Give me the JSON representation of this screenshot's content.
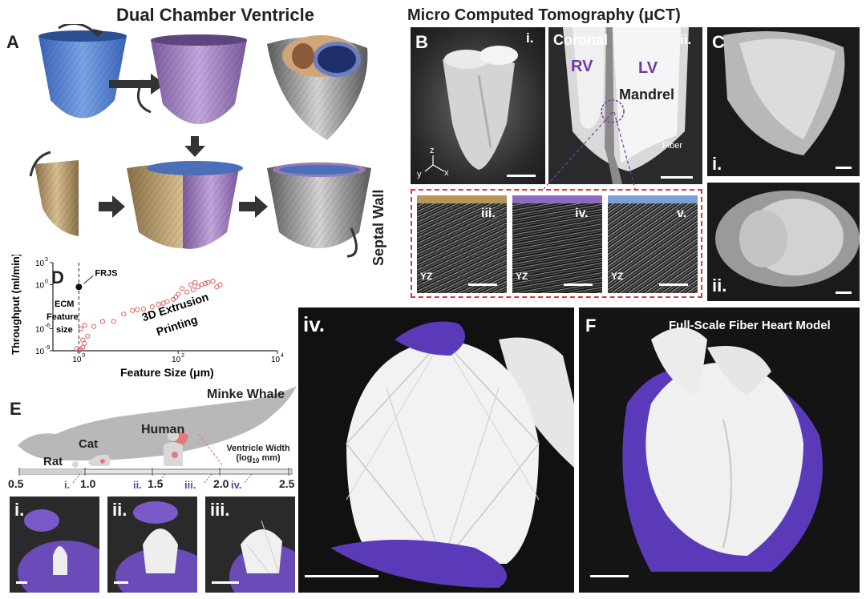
{
  "panelA": {
    "letter": "A",
    "title": "Dual Chamber Ventricle",
    "colors": {
      "blue": "#4f7fd0",
      "purple": "#9a7ab8",
      "tan": "#b89a6a",
      "gray": "#8a8a8a"
    }
  },
  "panelB": {
    "letter": "B",
    "title": "Micro Computed Tomography (μCT)",
    "roman_i": "i.",
    "roman_ii": "ii.",
    "coronal": "Coronal",
    "rv": "RV",
    "lv": "LV",
    "mandrel": "Mandrel",
    "fiber": "Fiber",
    "axis_z": "z",
    "axis_y": "y",
    "axis_x": "x",
    "septal_wall": "Septal Wall",
    "roman_iii": "iii.",
    "roman_iv": "iv.",
    "roman_v": "v.",
    "yz": "YZ"
  },
  "panelC": {
    "letter": "C",
    "roman_i": "i.",
    "roman_ii": "ii."
  },
  "panelD": {
    "letter": "D",
    "ylabel": "Throughput (ml/min)",
    "xlabel": "Feature Size (μm)",
    "y_ticks": [
      "10",
      "10",
      "10",
      "10"
    ],
    "y_exps": [
      "3",
      "0",
      "-6",
      "-9"
    ],
    "x_ticks": [
      "10",
      "10",
      "10"
    ],
    "x_exps": [
      "0",
      "2",
      "4"
    ],
    "frjs": "FRJS",
    "ecm_line1": "ECM",
    "ecm_line2": "Feature",
    "ecm_line3": "size",
    "extrusion_line1": "3D Extrusion",
    "extrusion_line2": "Printing"
  },
  "panelE": {
    "letter": "E",
    "minke": "Minke Whale",
    "human": "Human",
    "cat": "Cat",
    "rat": "Rat",
    "width_line1": "Ventricle Width",
    "width_line2": "(log",
    "width_sub": "10",
    "width_line3": " mm)",
    "scale_ticks": [
      "0.5",
      "1.0",
      "1.5",
      "2.0",
      "2.5"
    ],
    "markers": [
      "i.",
      "ii.",
      "iii.",
      "iv."
    ],
    "photo_labels": [
      "i.",
      "ii.",
      "iii."
    ]
  },
  "panelIV": {
    "label": "iv."
  },
  "panelF": {
    "letter": "F",
    "title": "Full-Scale Fiber Heart Model"
  },
  "chart_data": {
    "type": "scatter",
    "xlabel": "Feature Size (μm)",
    "ylabel": "Throughput (ml/min)",
    "x_scale": "log",
    "y_scale": "log",
    "xlim": [
      0.3,
      10000
    ],
    "ylim": [
      1e-09,
      1000
    ],
    "series": [
      {
        "name": "FRJS",
        "points": [
          [
            1.0,
            0.5
          ]
        ]
      },
      {
        "name": "3D Extrusion Printing",
        "points": [
          [
            1.0,
            1e-09
          ],
          [
            1.1,
            1.5e-09
          ],
          [
            1.2,
            3e-09
          ],
          [
            0.9,
            2e-09
          ],
          [
            1.3,
            1e-08
          ],
          [
            1.5,
            1e-07
          ],
          [
            1.2,
            3e-08
          ],
          [
            1.1,
            1e-06
          ],
          [
            1.3,
            3e-06
          ],
          [
            2,
            2e-06
          ],
          [
            3,
            1e-05
          ],
          [
            5,
            1e-05
          ],
          [
            8,
            0.0001
          ],
          [
            12,
            0.0003
          ],
          [
            20,
            0.0005
          ],
          [
            30,
            0.001
          ],
          [
            50,
            0.003
          ],
          [
            80,
            0.01
          ],
          [
            100,
            0.05
          ],
          [
            150,
            0.1
          ],
          [
            200,
            0.2
          ],
          [
            250,
            0.5
          ],
          [
            300,
            1
          ],
          [
            400,
            2
          ],
          [
            500,
            3
          ],
          [
            600,
            0.5
          ],
          [
            180,
            1
          ],
          [
            220,
            2
          ],
          [
            350,
            1.5
          ],
          [
            700,
            1
          ],
          [
            120,
            0.3
          ],
          [
            90,
            0.02
          ],
          [
            60,
            0.005
          ],
          [
            40,
            0.002
          ],
          [
            15,
            0.0004
          ]
        ]
      }
    ]
  }
}
